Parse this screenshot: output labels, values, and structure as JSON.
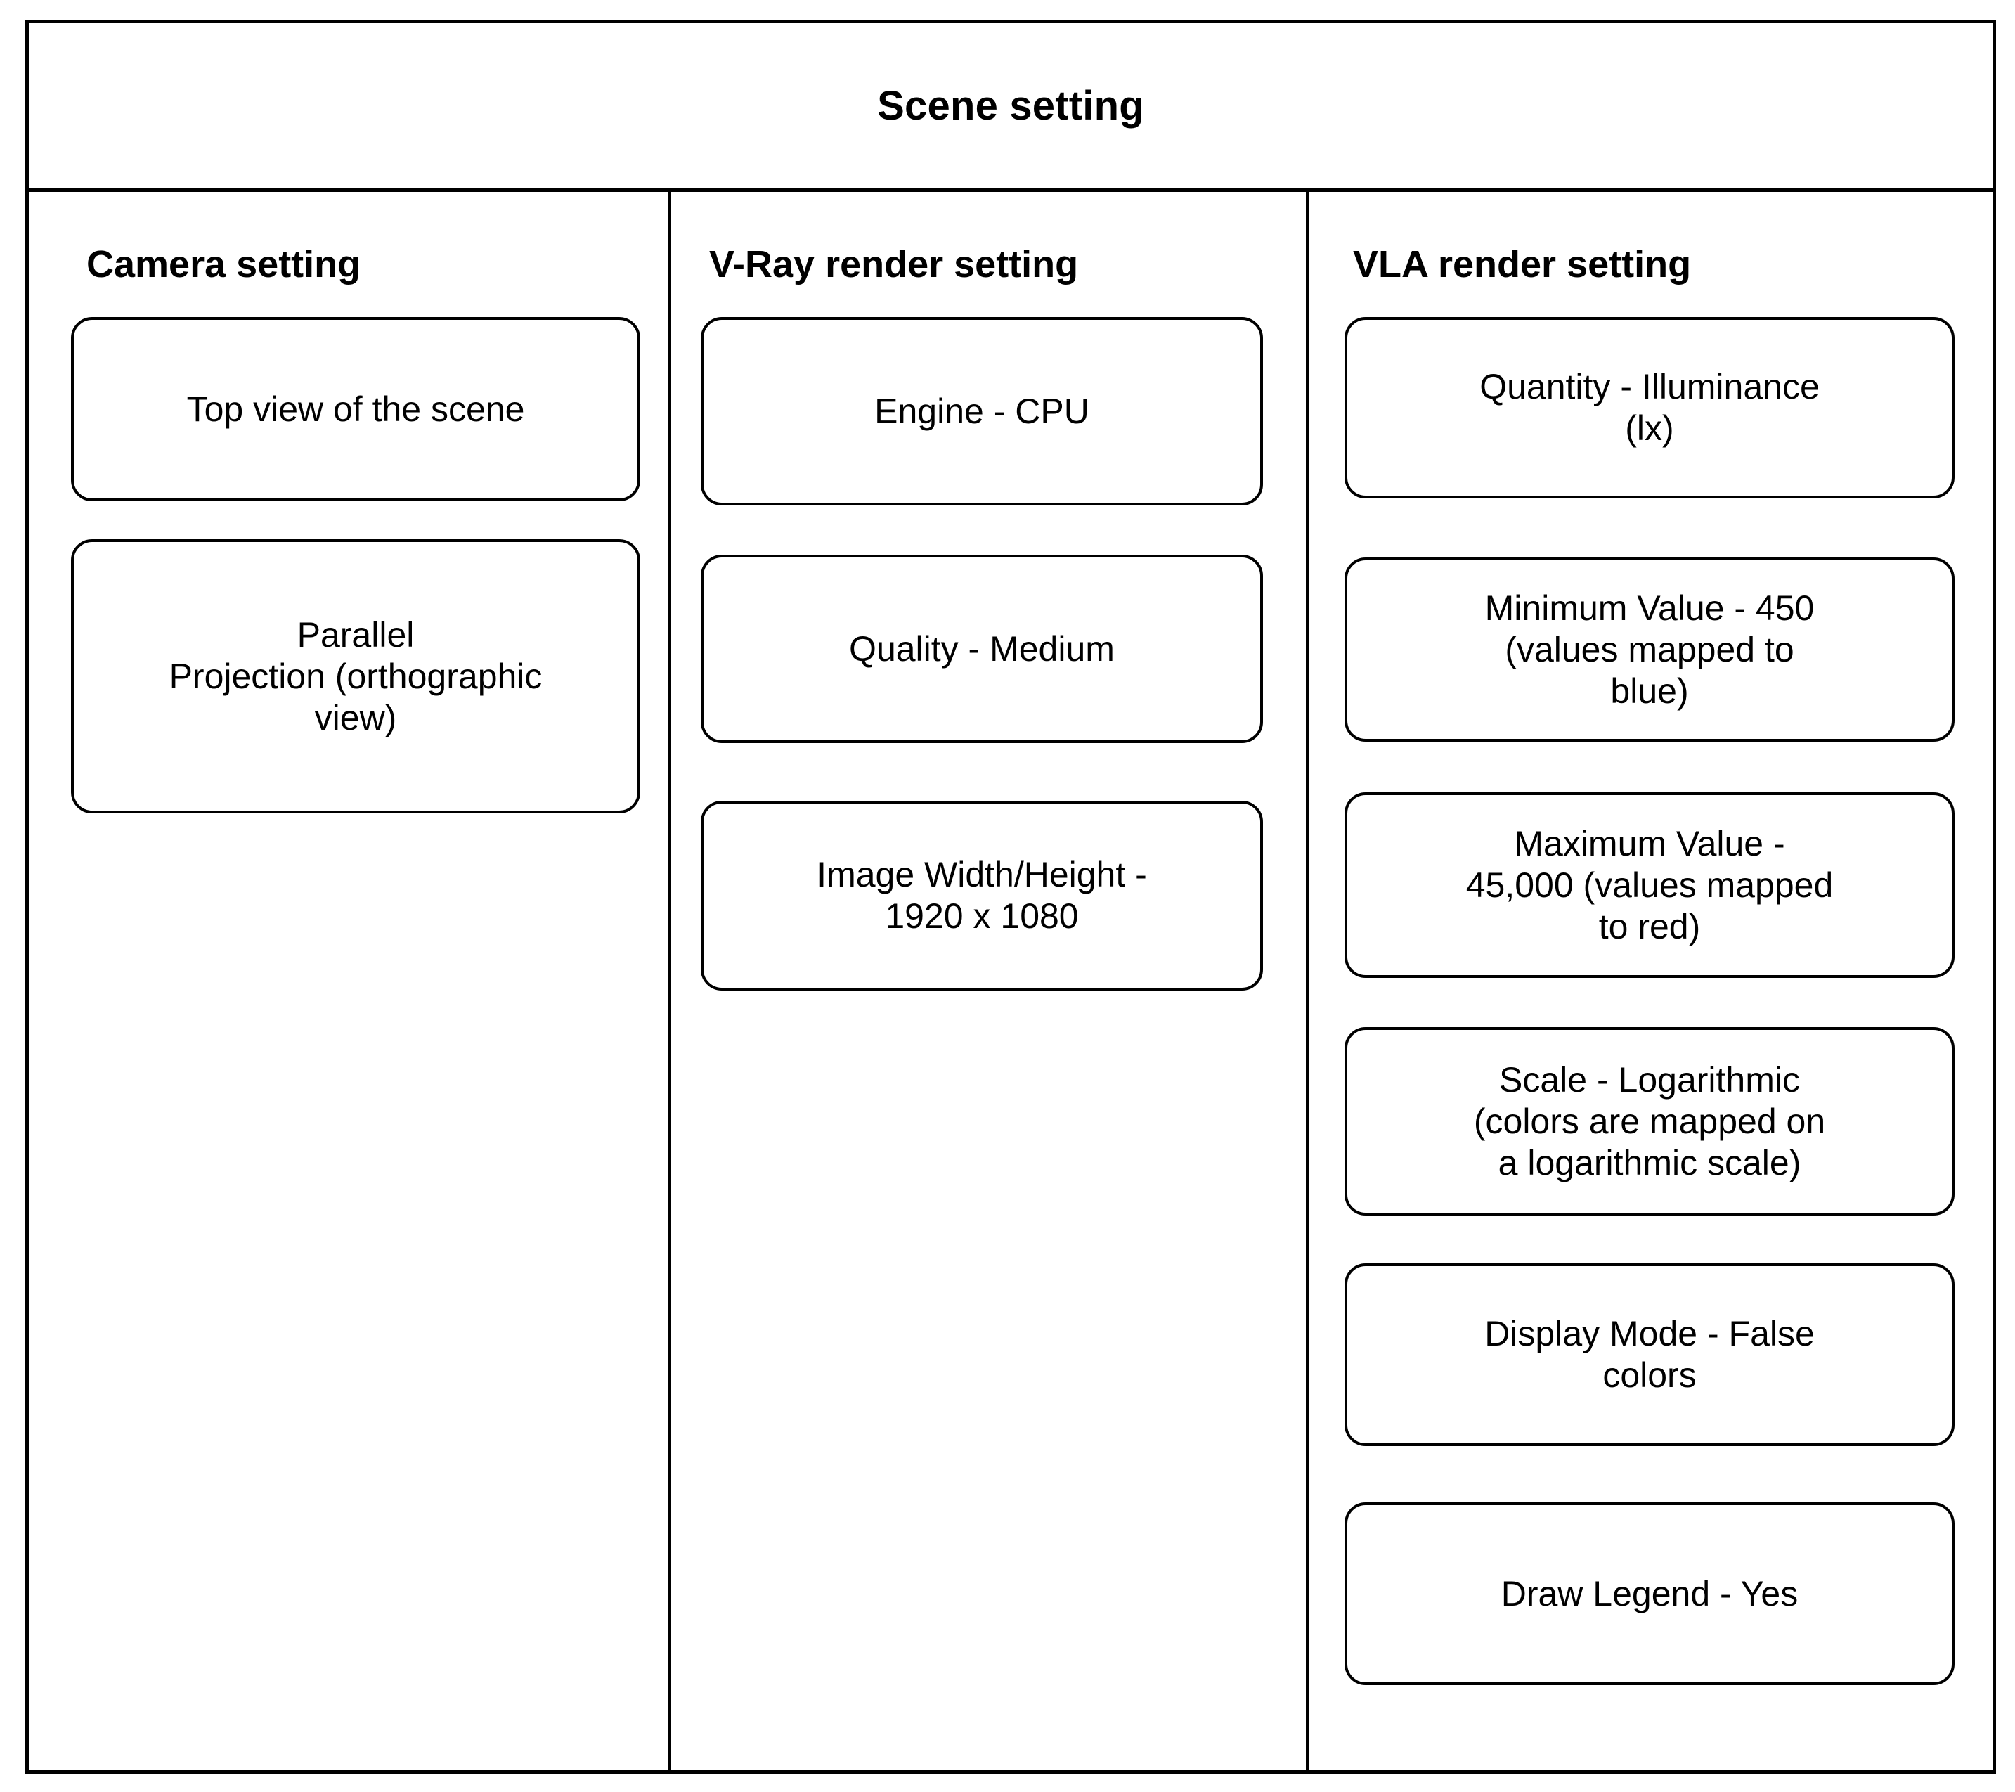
{
  "diagram": {
    "title": "Scene setting",
    "columns": [
      {
        "header": "Camera setting",
        "items": [
          {
            "label": "Top view of the scene"
          },
          {
            "label": "Parallel\nProjection (orthographic\nview)"
          }
        ]
      },
      {
        "header": "V-Ray render setting",
        "items": [
          {
            "label": "Engine - CPU"
          },
          {
            "label": "Quality - Medium"
          },
          {
            "label": "Image Width/Height -\n1920 x 1080"
          }
        ]
      },
      {
        "header": "VLA render setting",
        "items": [
          {
            "label": "Quantity - Illuminance\n(lx)"
          },
          {
            "label": "Minimum Value - 450\n(values mapped to\nblue)"
          },
          {
            "label": "Maximum Value -\n45,000 (values mapped\nto red)"
          },
          {
            "label": "Scale - Logarithmic\n(colors are mapped on\na logarithmic scale)"
          },
          {
            "label": "Display Mode - False\ncolors"
          },
          {
            "label": "Draw Legend - Yes"
          }
        ]
      }
    ],
    "colors": {
      "stroke": "#000000",
      "background": "#ffffff",
      "text": "#000000"
    }
  }
}
